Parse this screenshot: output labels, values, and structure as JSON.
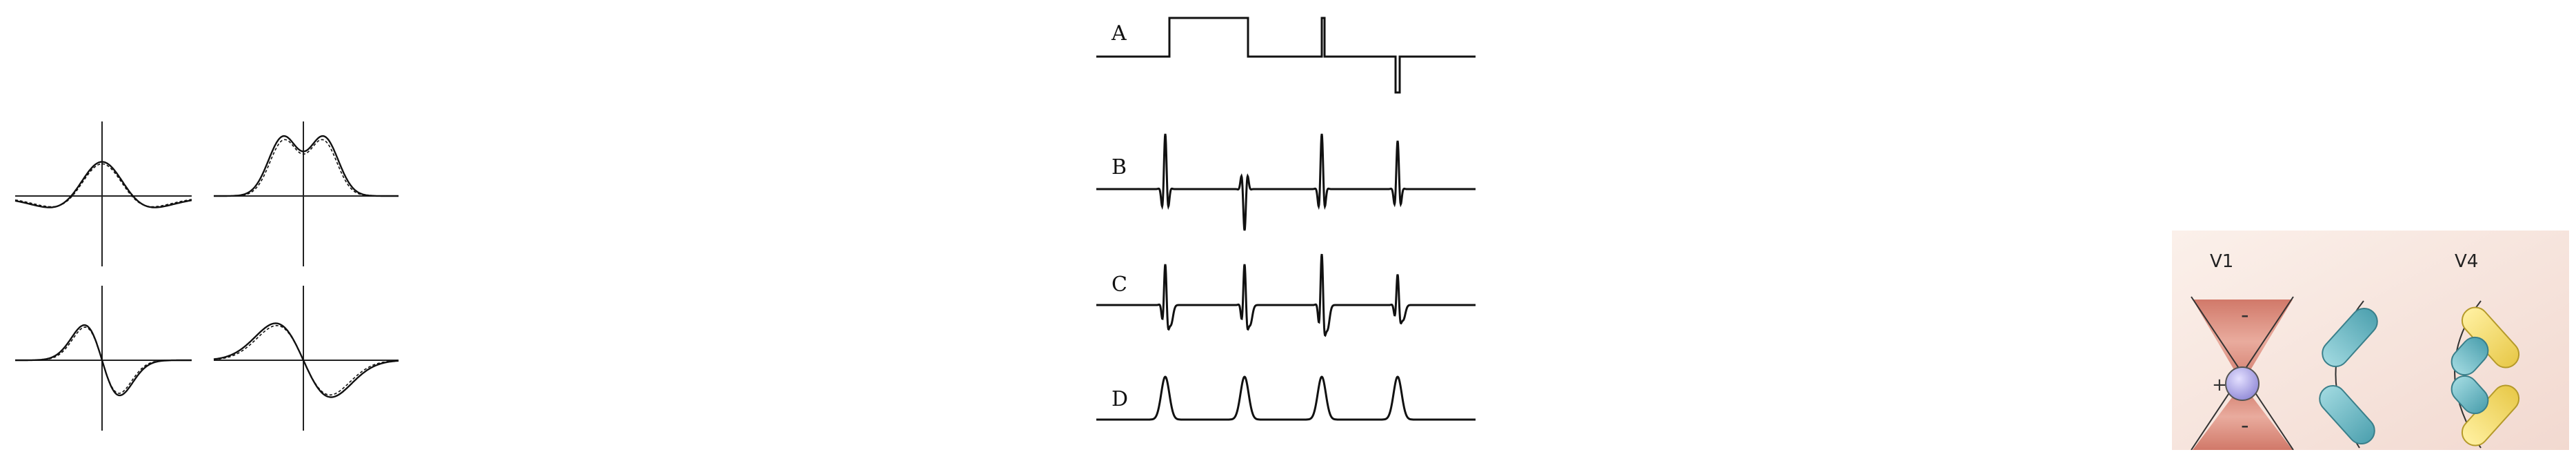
{
  "signals": {
    "labels": [
      "A",
      "B",
      "C",
      "D"
    ]
  },
  "receptive_fields": {
    "left_title": "V1",
    "right_title": "V4",
    "plus_sign": "+",
    "minus_top": "-",
    "minus_bottom": "-"
  },
  "colors": {
    "trace": "#111111",
    "panel_bg": "#f5e3dc",
    "cone_red": "#d98272",
    "center_purple": "#a8a2e0",
    "oval_teal": "#6fbcc8",
    "oval_yellow": "#f4df78"
  }
}
